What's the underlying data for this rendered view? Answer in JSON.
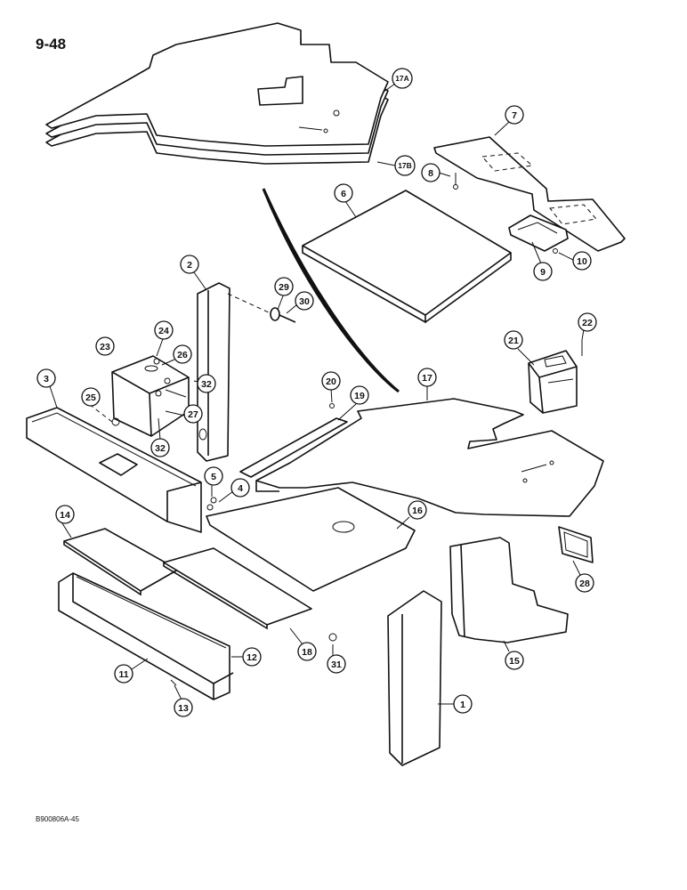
{
  "page": {
    "number": "9-48",
    "doc_code": "B900806A-45"
  },
  "callouts": [
    {
      "id": "c1",
      "label": "1"
    },
    {
      "id": "c2",
      "label": "2"
    },
    {
      "id": "c3",
      "label": "3"
    },
    {
      "id": "c4",
      "label": "4"
    },
    {
      "id": "c5",
      "label": "5"
    },
    {
      "id": "c6",
      "label": "6"
    },
    {
      "id": "c7",
      "label": "7"
    },
    {
      "id": "c8",
      "label": "8"
    },
    {
      "id": "c9",
      "label": "9"
    },
    {
      "id": "c10",
      "label": "10"
    },
    {
      "id": "c11",
      "label": "11"
    },
    {
      "id": "c12",
      "label": "12"
    },
    {
      "id": "c13",
      "label": "13"
    },
    {
      "id": "c14",
      "label": "14"
    },
    {
      "id": "c15",
      "label": "15"
    },
    {
      "id": "c16",
      "label": "16"
    },
    {
      "id": "c17",
      "label": "17"
    },
    {
      "id": "c17A",
      "label": "17A"
    },
    {
      "id": "c17B",
      "label": "17B"
    },
    {
      "id": "c18",
      "label": "18"
    },
    {
      "id": "c19",
      "label": "19"
    },
    {
      "id": "c20",
      "label": "20"
    },
    {
      "id": "c21",
      "label": "21"
    },
    {
      "id": "c22",
      "label": "22"
    },
    {
      "id": "c23",
      "label": "23"
    },
    {
      "id": "c24",
      "label": "24"
    },
    {
      "id": "c25",
      "label": "25"
    },
    {
      "id": "c26",
      "label": "26"
    },
    {
      "id": "c27",
      "label": "27"
    },
    {
      "id": "c28",
      "label": "28"
    },
    {
      "id": "c29",
      "label": "29"
    },
    {
      "id": "c30",
      "label": "30"
    },
    {
      "id": "c31",
      "label": "31"
    },
    {
      "id": "c32a",
      "label": "32"
    },
    {
      "id": "c32b",
      "label": "32"
    }
  ]
}
